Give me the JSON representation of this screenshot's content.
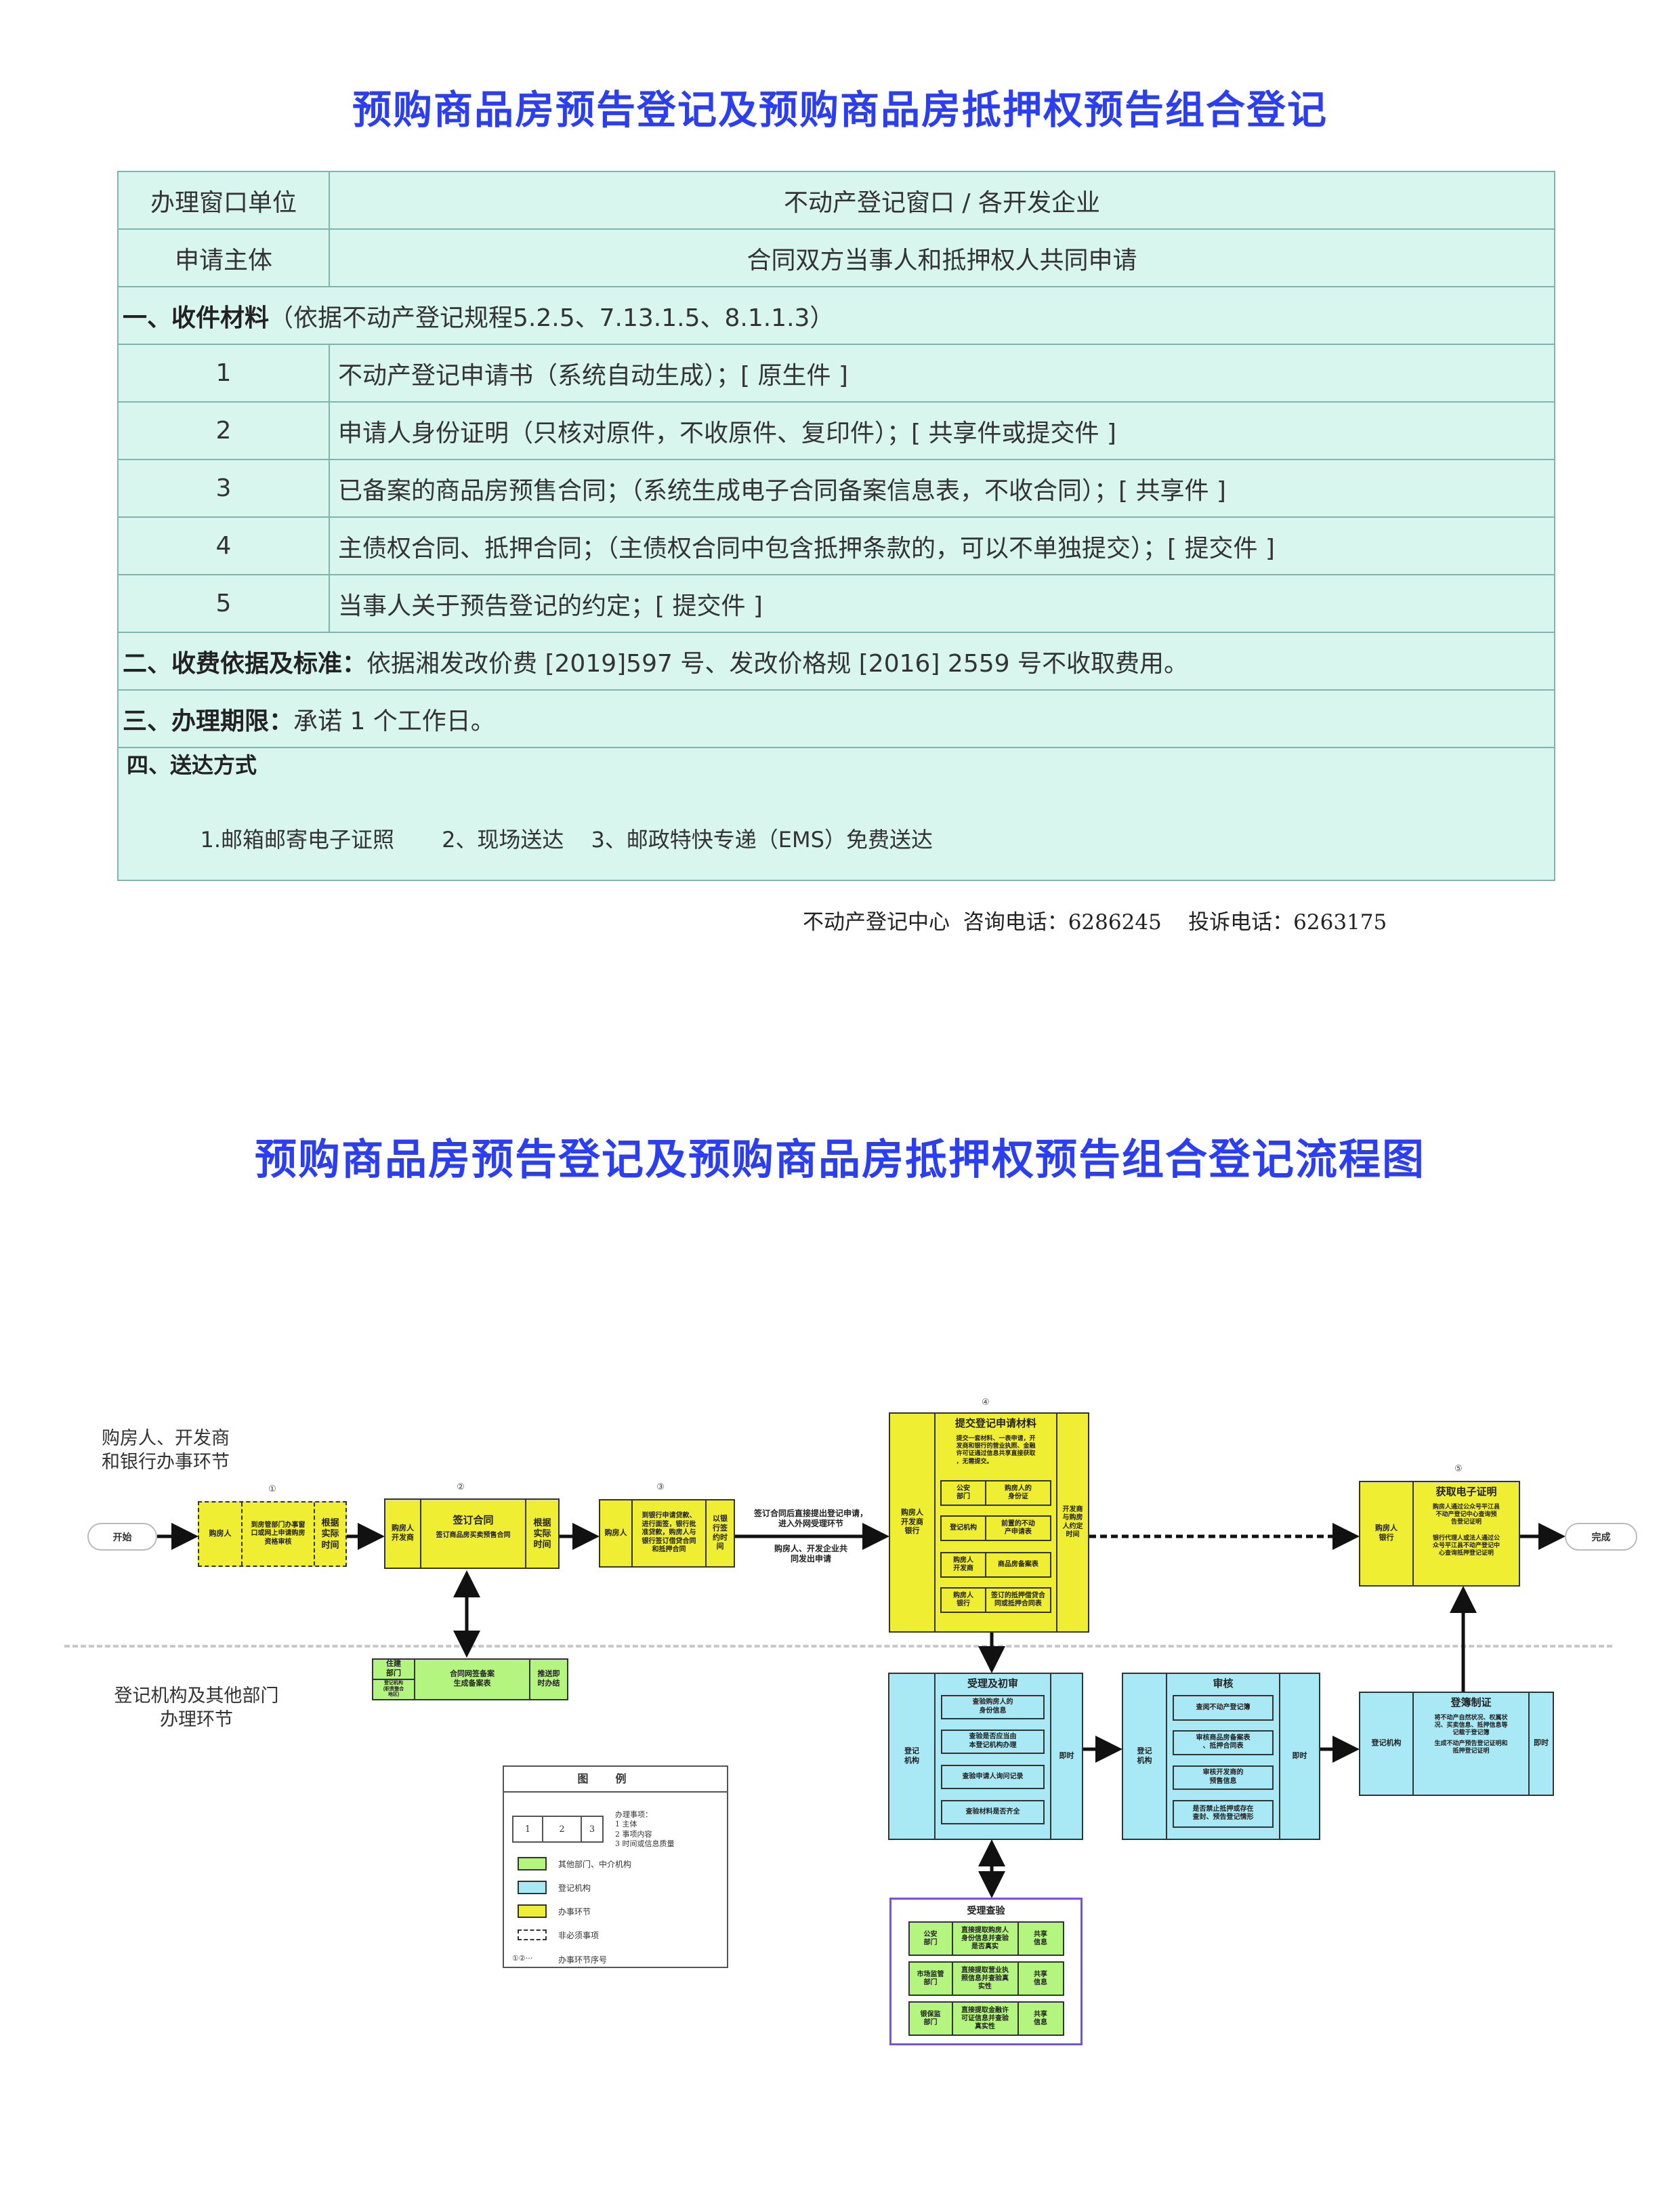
{
  "title": "预购商品房预告登记及预购商品房抵押权预告组合登记",
  "info": {
    "window_label": "办理窗口单位",
    "window_value": "不动产登记窗口 / 各开发企业",
    "applicant_label": "申请主体",
    "applicant_value": "合同双方当事人和抵押权人共同申请",
    "sec1_title": "一、收件材料",
    "sec1_note": "（依据不动产登记规程5.2.5、7.13.1.5、8.1.1.3）",
    "materials": [
      {
        "no": "1",
        "text": "不动产登记申请书（系统自动生成）；[ 原生件 ]"
      },
      {
        "no": "2",
        "text": "申请人身份证明（只核对原件，不收原件、复印件）；[ 共享件或提交件 ]"
      },
      {
        "no": "3",
        "text": "已备案的商品房预售合同；（系统生成电子合同备案信息表，不收合同）；[ 共享件 ]"
      },
      {
        "no": "4",
        "text": "主债权合同、抵押合同；（主债权合同中包含抵押条款的，可以不单独提交）；[ 提交件 ]"
      },
      {
        "no": "5",
        "text": "当事人关于预告登记的约定；[ 提交件 ]"
      }
    ],
    "sec2_title": "二、收费依据及标准：",
    "sec2_text": "依据湘发改价费 [2019]597 号、发改价格规 [2016] 2559 号不收取费用。",
    "sec3_title": "三、办理期限：",
    "sec3_text": "承诺 1 个工作日。",
    "sec4_title": "四、送达方式",
    "delivery": [
      "1.邮箱邮寄电子证照",
      "2、现场送达",
      "3、邮政特快专递（EMS）免费送达"
    ]
  },
  "footer": "不动产登记中心  咨询电话：6286245    投诉电话：6263175",
  "flow": {
    "title": "预购商品房预告登记及预购商品房抵押权预告组合登记流程图",
    "lane_top": "购房人、开发商\n和银行办事环节",
    "lane_bottom": "登记机构及其他部门\n办理环节",
    "start": "开始",
    "end": "完成",
    "nums": [
      "①",
      "②",
      "③",
      "④",
      "⑤"
    ],
    "step1": {
      "who": "购房人",
      "what": "到房管部门办事窗\n口或网上申请购房\n资格审核",
      "time": "根据\n实际\n时间"
    },
    "step2": {
      "who": "购房人\n开发商",
      "title": "签订合同",
      "what": "签订商品房买卖预售合同",
      "time": "根据\n实际\n时间"
    },
    "step3": {
      "who": "购房人",
      "what": "到银行申请贷款、\n进行面签，银行批\n准贷款，购房人与\n银行签订借贷合同\n和抵押合同",
      "time": "以银\n行签\n约时\n间"
    },
    "filing": {
      "who": "住建\n部门",
      "who2": "登记机构\n(职责整合\n地区)",
      "what": "合同网签备案\n生成备案表",
      "time": "推送即\n时办结"
    },
    "arrow_note_top": "签订合同后直接提出登记申请，\n进入外网受理环节",
    "arrow_note_bottom": "购房人、开发企业共\n同发出申请",
    "step4": {
      "who": "购房人\n开发商\n银行",
      "title": "提交登记申请材料",
      "desc": "提交一套材料、一表申请，开\n发商和银行的营业执照、金融\n许可证通过信息共享直接获取\n，无需提交。",
      "items": [
        [
          "公安\n部门",
          "购房人的\n身份证"
        ],
        [
          "登记机构",
          "前置的不动\n产申请表"
        ],
        [
          "购房人\n开发商",
          "商品房备案表"
        ],
        [
          "购房人\n银行",
          "签订的抵押借贷合\n同或抵押合同表"
        ]
      ],
      "time": "开发商\n与购房\n人约定\n时间"
    },
    "step5": {
      "who": "购房人\n银行",
      "title": "获取电子证明",
      "desc1": "购房人通过公众号平江县\n不动产登记中心查询预\n告登记证明",
      "desc2": "银行代理人或法人通过公\n众号平江县不动产登记中\n心查询抵押登记证明"
    },
    "accept": {
      "who": "登记\n机构",
      "title": "受理及初审",
      "items": [
        "查验购房人的\n身份信息",
        "查验是否应当由\n本登记机构办理",
        "查验申请人询问记录",
        "查验材料是否齐全"
      ],
      "time": "即时"
    },
    "review": {
      "who": "登记\n机构",
      "title": "审核",
      "items": [
        "查阅不动产登记簿",
        "审核商品房备案表\n、抵押合同表",
        "审核开发商的\n预售信息",
        "是否禁止抵押或存在\n查封、预告登记情形"
      ],
      "time": "即时"
    },
    "record": {
      "who": "登记机构",
      "title": "登簿制证",
      "desc1": "将不动产自然状况、权属状\n况、买卖信息、抵押信息等\n记载于登记簿",
      "desc2": "生成不动产预告登记证明和\n抵押登记证明",
      "time": "即时"
    },
    "verify": {
      "title": "受理查验",
      "rows": [
        [
          "公安\n部门",
          "直接提取购房人\n身份信息并查验\n是否真实",
          "共享\n信息"
        ],
        [
          "市场监管\n部门",
          "直接提取营业执\n照信息并查验真\n实性",
          "共享\n信息"
        ],
        [
          "银保监\n部门",
          "直接提取金融许\n可证信息并查验\n真实性",
          "共享\n信息"
        ]
      ]
    },
    "legend": {
      "title": "图例",
      "sample": [
        "1",
        "2",
        "3"
      ],
      "sample_desc": "办理事项：\n1 主体\n2 事项内容\n3 时间或信息质量",
      "green": "其他部门、中介机构",
      "blue": "登记机构",
      "yellow": "办事环节",
      "dashed": "非必须事项",
      "seq_sym": "①②···",
      "seq": "办事环节序号"
    },
    "colors": {
      "yellow": "#f0ee32",
      "green": "#b4f580",
      "blue": "#a9e9f6",
      "purple": "#7b4fe0",
      "title": "#2b3ef2"
    }
  }
}
